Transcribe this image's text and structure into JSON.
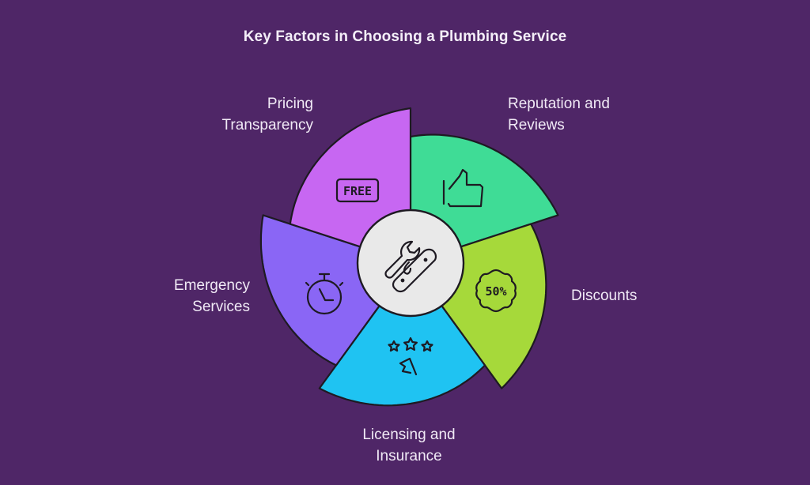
{
  "title": "Key Factors in Choosing a Plumbing Service",
  "colors": {
    "background": "#4F2667",
    "outline": "#1E1A22",
    "center_fill": "#E9E9E9"
  },
  "center": {
    "icon": "wrench-and-tool-icon"
  },
  "segments": [
    {
      "id": "reputation",
      "label_lines": [
        "Reputation and",
        "Reviews"
      ],
      "color": "#3FDC96",
      "icon": "thumbs-up-icon"
    },
    {
      "id": "discounts",
      "label_lines": [
        "Discounts"
      ],
      "color": "#A6D93A",
      "icon": "discount-badge-icon",
      "icon_text": "50%"
    },
    {
      "id": "licensing",
      "label_lines": [
        "Licensing and",
        "Insurance"
      ],
      "color": "#1FC3F2",
      "icon": "stars-flag-icon"
    },
    {
      "id": "emergency",
      "label_lines": [
        "Emergency",
        "Services"
      ],
      "color": "#8A66F5",
      "icon": "stopwatch-icon"
    },
    {
      "id": "pricing",
      "label_lines": [
        "Pricing",
        "Transparency"
      ],
      "color": "#C767F2",
      "icon": "free-tag-icon",
      "icon_text": "FREE"
    }
  ]
}
